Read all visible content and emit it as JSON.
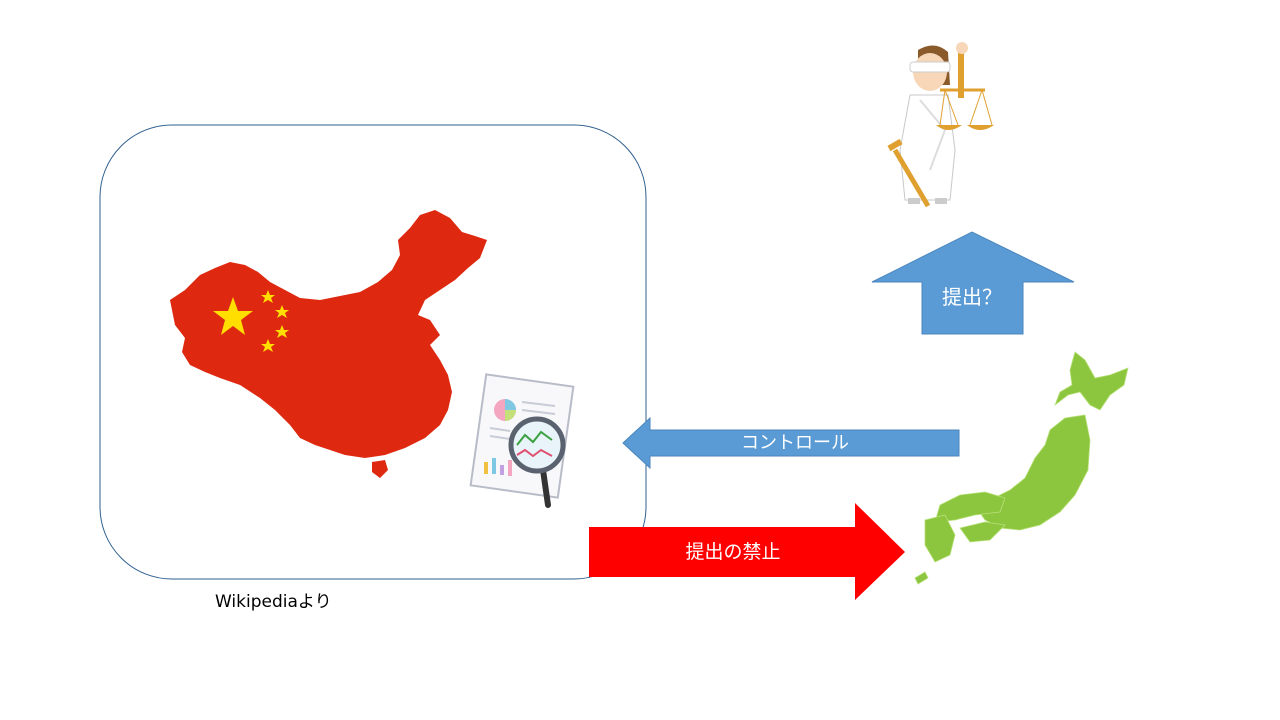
{
  "caption": "Wikipediaより",
  "arrows": {
    "up_label": "提出？",
    "left_label": "コントロール",
    "right_label": "提出の禁止"
  },
  "colors": {
    "blue_arrow": "#5b9bd5",
    "red_arrow": "#ff0000",
    "china_red": "#de2910",
    "star_yellow": "#ffde00",
    "japan_green": "#8cc63f",
    "frame_stroke": "#2f5f8f"
  },
  "icons": [
    "china-map-icon",
    "report-magnifier-icon",
    "lady-justice-icon",
    "japan-map-icon"
  ]
}
